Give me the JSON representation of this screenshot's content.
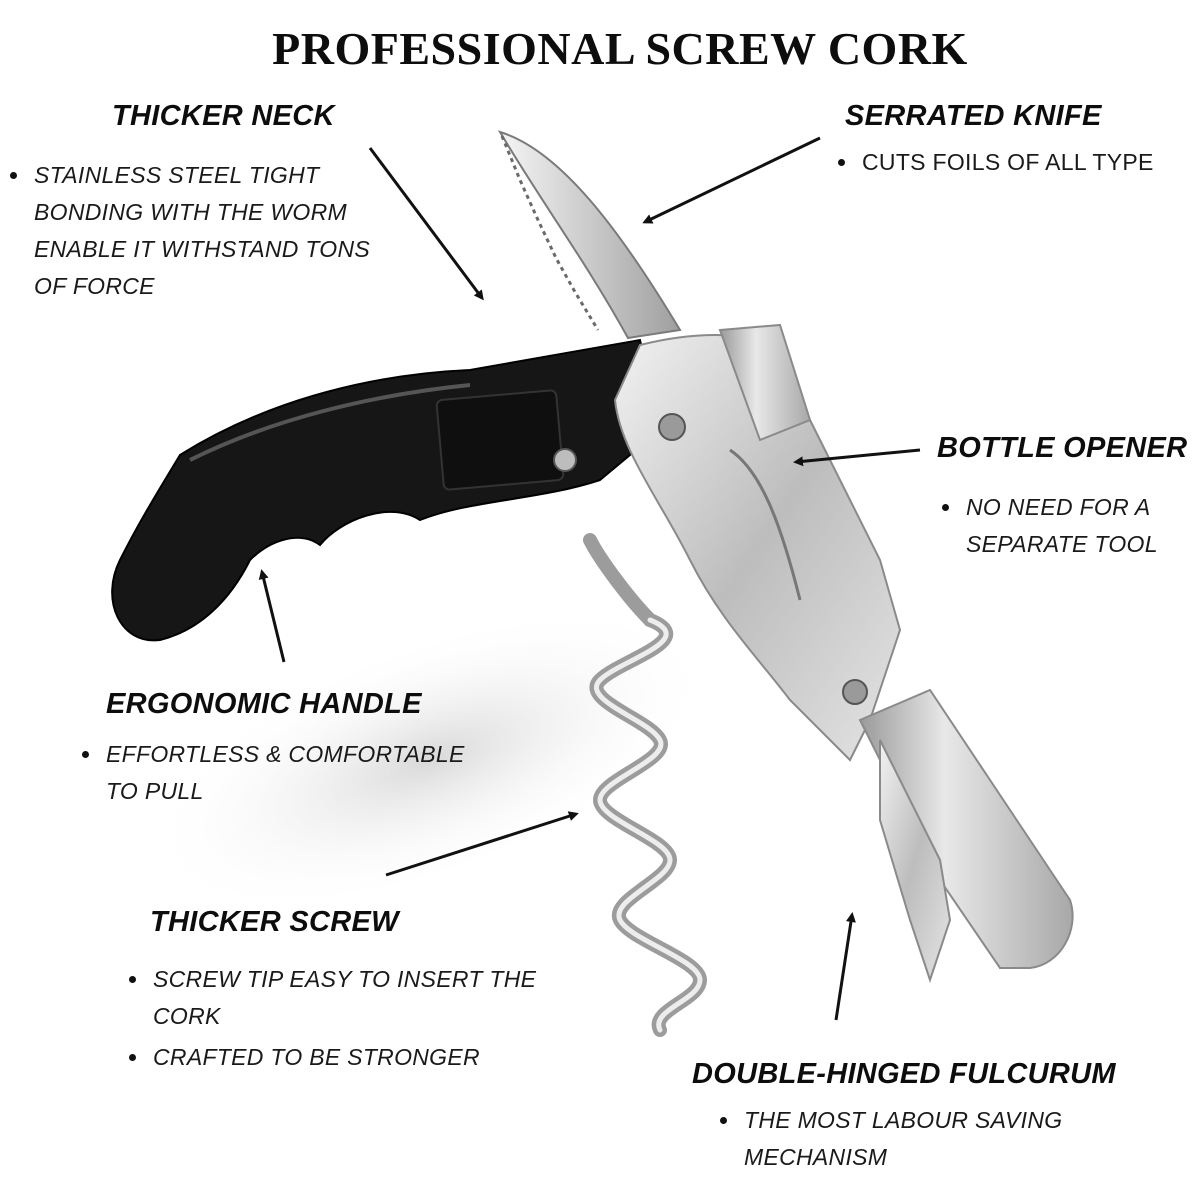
{
  "title": "PROFESSIONAL SCREW CORK",
  "features": {
    "thicker_neck": {
      "heading": "THICKER NECK",
      "bullets": [
        "STAINLESS STEEL TIGHT BONDING WITH THE WORM ENABLE IT WITHSTAND TONS OF FORCE"
      ]
    },
    "serrated_knife": {
      "heading": "SERRATED KNIFE",
      "bullets": [
        "CUTS FOILS OF ALL TYPE"
      ]
    },
    "bottle_opener": {
      "heading": "BOTTLE OPENER",
      "bullets": [
        "NO NEED FOR A SEPARATE TOOL"
      ]
    },
    "ergonomic_handle": {
      "heading": "ERGONOMIC HANDLE",
      "bullets": [
        "EFFORTLESS & COMFORTABLE TO PULL"
      ]
    },
    "thicker_screw": {
      "heading": "THICKER SCREW",
      "bullets": [
        "SCREW TIP EASY TO INSERT THE CORK",
        "CRAFTED TO BE STRONGER"
      ]
    },
    "fulcrum": {
      "heading": "DOUBLE-HINGED FULCURUM",
      "bullets": [
        "THE MOST LABOUR SAVING MECHANISM"
      ]
    }
  },
  "colors": {
    "handle_black": "#161616",
    "steel_light": "#d8d8d8",
    "steel_dark": "#8a8a8a",
    "arrow": "#111111"
  }
}
